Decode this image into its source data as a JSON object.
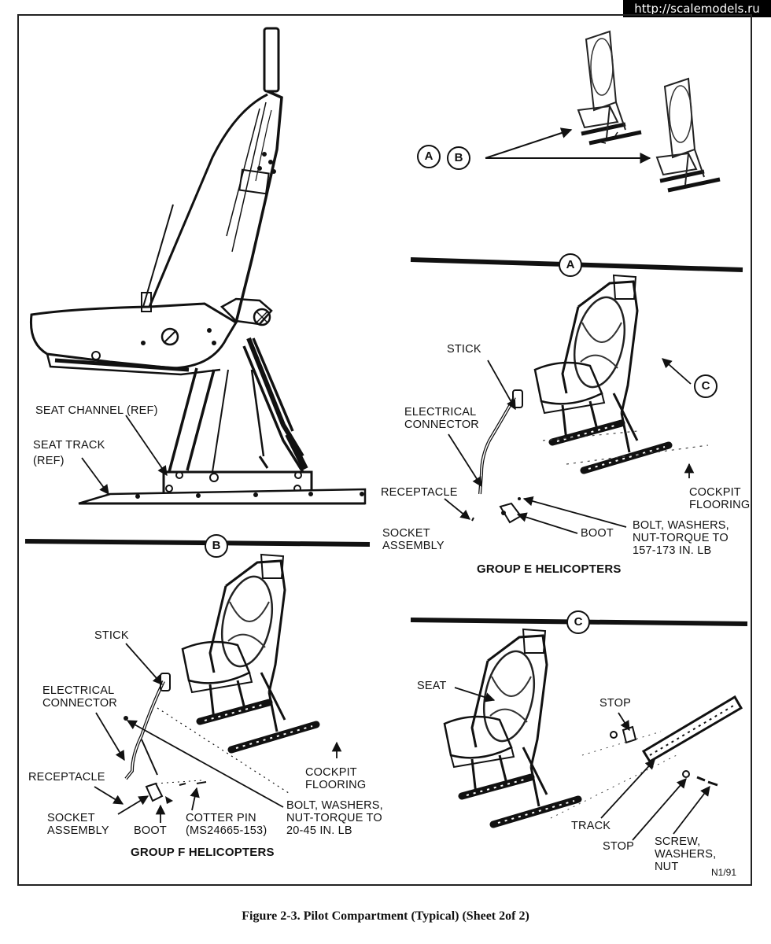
{
  "watermark": "http://scalemodels.ru",
  "caption": "Figure 2-3.  Pilot Compartment (Typical) (Sheet 2of 2)",
  "sheet_code": "N1/91",
  "callouts": {
    "a": "A",
    "b": "B",
    "c": "C"
  },
  "main_view": {
    "seat_channel": "SEAT CHANNEL (REF)",
    "seat_track": [
      "SEAT TRACK",
      "(REF)"
    ]
  },
  "detail_a": {
    "stick": "STICK",
    "electrical_connector": [
      "ELECTRICAL",
      "CONNECTOR"
    ],
    "receptacle": "RECEPTACLE",
    "socket_assembly": [
      "SOCKET",
      "ASSEMBLY"
    ],
    "boot": "BOOT",
    "bolt": [
      "BOLT, WASHERS,",
      "NUT-TORQUE TO",
      "157-173 IN. LB"
    ],
    "cockpit_flooring": [
      "COCKPIT",
      "FLOORING"
    ],
    "group": "GROUP E HELICOPTERS"
  },
  "detail_b": {
    "stick": "STICK",
    "electrical_connector": [
      "ELECTRICAL",
      "CONNECTOR"
    ],
    "receptacle": "RECEPTACLE",
    "socket_assembly": [
      "SOCKET",
      "ASSEMBLY"
    ],
    "boot": "BOOT",
    "cotter_pin": [
      "COTTER PIN",
      "(MS24665-153)"
    ],
    "bolt": [
      "BOLT, WASHERS,",
      "NUT-TORQUE TO",
      "20-45 IN. LB"
    ],
    "cockpit_flooring": [
      "COCKPIT",
      "FLOORING"
    ],
    "group": "GROUP F HELICOPTERS"
  },
  "detail_c": {
    "seat": "SEAT",
    "stop_upper": "STOP",
    "track": "TRACK",
    "stop_lower": "STOP",
    "screw": [
      "SCREW,",
      "WASHERS,",
      "NUT"
    ]
  }
}
